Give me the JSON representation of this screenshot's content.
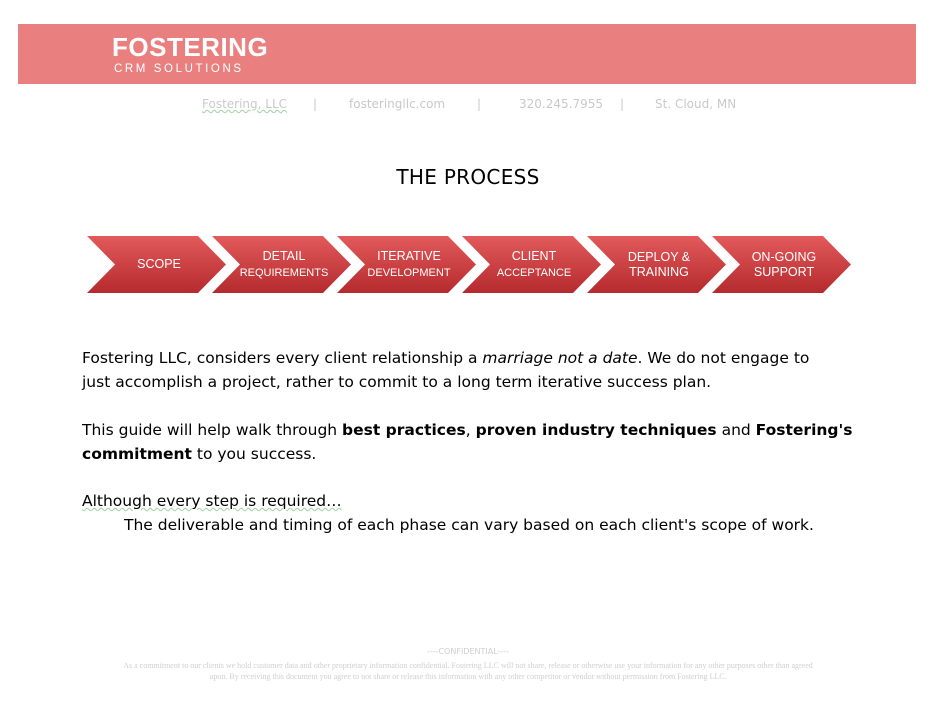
{
  "header": {
    "brand_name": "FOSTERING",
    "brand_sub": "CRM SOLUTIONS",
    "accent_color": "#e97f7f"
  },
  "contact": {
    "company": "Fostering, LLC",
    "separator": "|",
    "website": "fosteringllc.com",
    "phone": "320.245.7955",
    "location": "St. Cloud, MN"
  },
  "title": "THE PROCESS",
  "process_steps": [
    {
      "line1": "SCOPE",
      "line2": ""
    },
    {
      "line1": "DETAIL",
      "line2": "REQUIREMENTS"
    },
    {
      "line1": "ITERATIVE",
      "line2": "DEVELOPMENT"
    },
    {
      "line1": "CLIENT",
      "line2": "ACCEPTANCE"
    },
    {
      "line1": "DEPLOY &",
      "line2": "TRAINING"
    },
    {
      "line1": "ON-GOING",
      "line2": "SUPPORT"
    }
  ],
  "chevron_colors": {
    "top": "#dc4c4e",
    "bottom": "#b42a2e"
  },
  "body": {
    "p1_a": "Fostering LLC, considers every client relationship a ",
    "p1_em": "marriage not a date",
    "p1_b": ". We do not engage to",
    "p1_line2": "just accomplish a project, rather to commit to a long term iterative success plan.",
    "p2_a": "This guide will help walk through ",
    "p2_b1": "best practices",
    "p2_c": ", ",
    "p2_b2": "proven industry techniques",
    "p2_d": " and ",
    "p2_b3": "Fostering's",
    "p2_b4": "commitment",
    "p2_e": " to you success.",
    "p3": "Although every step is required…",
    "p4": "The deliverable and timing of each phase can vary based on each client's scope of work."
  },
  "footer": {
    "confidential": "----CONFIDENTIAL----",
    "note_line1": "As a commitment to our clients we hold customer data and other proprietary information confidential. Fostering LLC will not share, release or otherwise use your information for any other purposes other than agreed",
    "note_line2": "upon. By receiving this document you agree to not share or release this information with any other competitor or vendor without permission from Fostering LLC."
  }
}
